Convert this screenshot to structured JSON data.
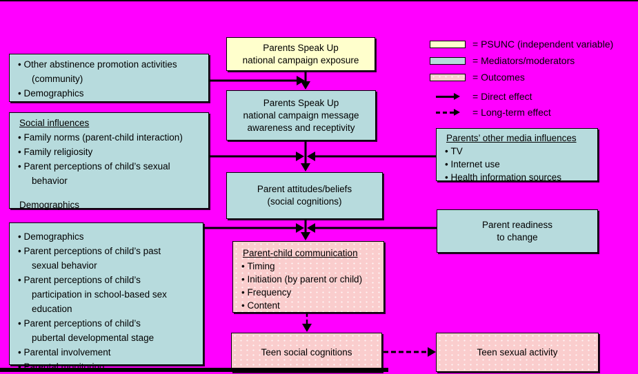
{
  "colors": {
    "background": "#FF00FF",
    "psunc_fill": "#FFFFCC",
    "mediator_fill": "#B7DBDD",
    "outcome_fill": "#FACDCD",
    "line": "#000000"
  },
  "boxes": {
    "exposure": {
      "lines": [
        "Parents Speak Up",
        "national campaign exposure"
      ]
    },
    "awareness": {
      "lines": [
        "Parents Speak Up",
        "national campaign message",
        "awareness and receptivity"
      ]
    },
    "community": {
      "bullets": [
        [
          "Other abstinence promotion activities",
          "(community)"
        ],
        [
          "Demographics"
        ]
      ]
    },
    "social": {
      "heading": "Social influences",
      "bullets": [
        [
          "Family norms (parent-child interaction)"
        ],
        [
          "Family religiosity"
        ],
        [
          "Parent perceptions of child’s sexual",
          "behavior"
        ]
      ],
      "footer": "Demographics"
    },
    "media": {
      "heading": "Parents’ other media influences",
      "bullets": [
        [
          "TV"
        ],
        [
          "Internet use"
        ],
        [
          "Health information sources"
        ]
      ]
    },
    "attitudes": {
      "lines": [
        "Parent attitudes/beliefs",
        "(social cognitions)"
      ]
    },
    "readiness": {
      "lines": [
        "Parent readiness",
        "to change"
      ]
    },
    "demographics": {
      "bullets": [
        [
          "Demographics"
        ],
        [
          "Parent perceptions of child’s past",
          "sexual behavior"
        ],
        [
          "Parent perceptions of child’s",
          "participation in school-based sex",
          "education"
        ],
        [
          "Parent perceptions of child’s",
          "pubertal developmental stage"
        ],
        [
          "Parental involvement"
        ],
        [
          "Parental monitoring"
        ]
      ]
    },
    "communication": {
      "heading": "Parent-child communication",
      "bullets": [
        [
          "Timing"
        ],
        [
          "Initiation (by parent or child)"
        ],
        [
          "Frequency"
        ],
        [
          "Content"
        ]
      ]
    },
    "teen_cognitions": {
      "label": "Teen social cognitions"
    },
    "teen_activity": {
      "label": "Teen sexual activity"
    }
  },
  "legend": {
    "items": [
      {
        "type": "swatch-psunc",
        "label": "= PSUNC (independent variable)"
      },
      {
        "type": "swatch-mediator",
        "label": "= Mediators/moderators"
      },
      {
        "type": "swatch-outcome",
        "label": "= Outcomes"
      },
      {
        "type": "arrow-solid",
        "label": "= Direct effect"
      },
      {
        "type": "arrow-dashed",
        "label": "= Long-term effect"
      }
    ]
  }
}
